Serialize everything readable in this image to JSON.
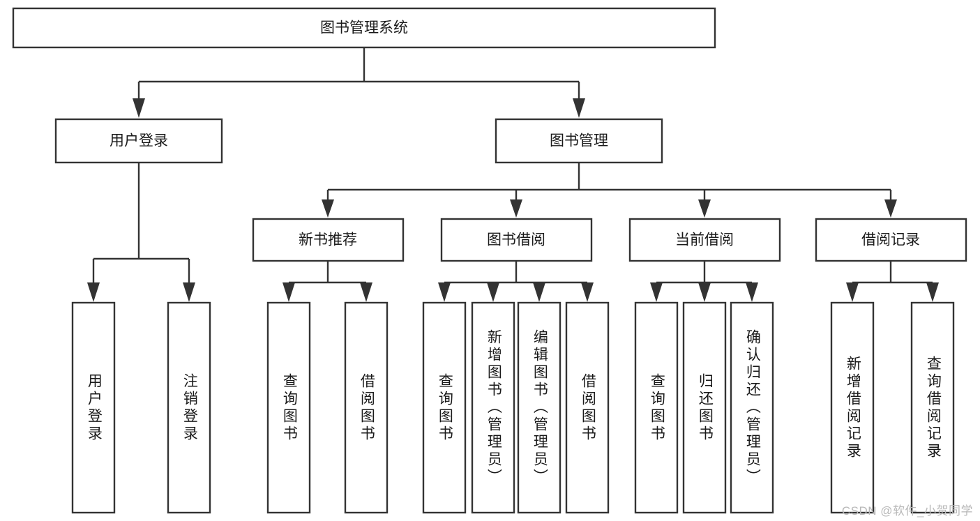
{
  "diagram": {
    "title": "图书管理系统",
    "type": "tree-hierarchy",
    "orientation": "top-down",
    "colors": {
      "box_stroke": "#333333",
      "box_fill": "#ffffff",
      "text": "#1a1a1a",
      "watermark": "#b8b8b8",
      "background": "#ffffff"
    },
    "root": {
      "label": "图书管理系统"
    },
    "level2": [
      {
        "label": "用户登录"
      },
      {
        "label": "图书管理"
      }
    ],
    "level3": [
      {
        "label": "新书推荐"
      },
      {
        "label": "图书借阅"
      },
      {
        "label": "当前借阅"
      },
      {
        "label": "借阅记录"
      }
    ],
    "leaves": {
      "user_login": [
        {
          "label": "用户登录"
        },
        {
          "label": "注销登录"
        }
      ],
      "new_book_recommend": [
        {
          "label": "查询图书"
        },
        {
          "label": "借阅图书"
        }
      ],
      "book_borrow": [
        {
          "label": "查询图书"
        },
        {
          "label": "新增图书（管理员）"
        },
        {
          "label": "编辑图书（管理员）"
        },
        {
          "label": "借阅图书"
        }
      ],
      "current_borrow": [
        {
          "label": "查询图书"
        },
        {
          "label": "归还图书"
        },
        {
          "label": "确认归还（管理员）"
        }
      ],
      "borrow_record": [
        {
          "label": "新增借阅记录"
        },
        {
          "label": "查询借阅记录"
        }
      ]
    },
    "watermark": "CSDN @软件_小贺同学"
  }
}
